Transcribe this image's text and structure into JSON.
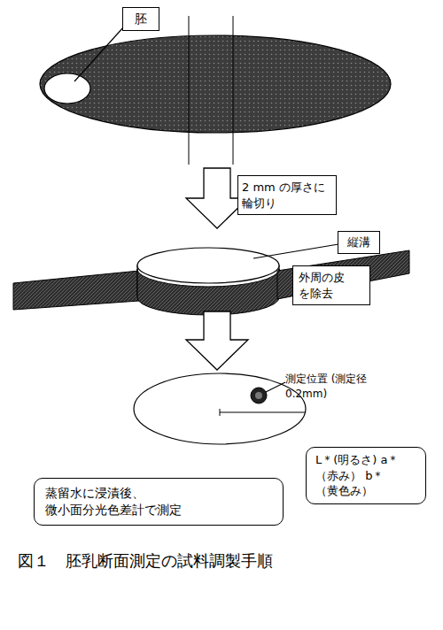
{
  "diagram": {
    "caption": "図１　胚乳断面測定の試料調製手順",
    "nodes": [
      {
        "text": [
          "胚"
        ]
      },
      {
        "text": [
          "2 mm の厚さに 輪切り"
        ]
      },
      {
        "text": [
          "縦溝"
        ]
      },
      {
        "text": [
          "外周の皮 を除去"
        ]
      },
      {
        "text": [
          "L＊(明るさ) a＊（赤み） b＊（黄色み）"
        ]
      },
      {
        "text": [
          "蒸留水に浸漬後、 微小面分光色差計で測定"
        ]
      }
    ],
    "labels": [
      "測定位置 (測定径 0.2mm)"
    ]
  }
}
